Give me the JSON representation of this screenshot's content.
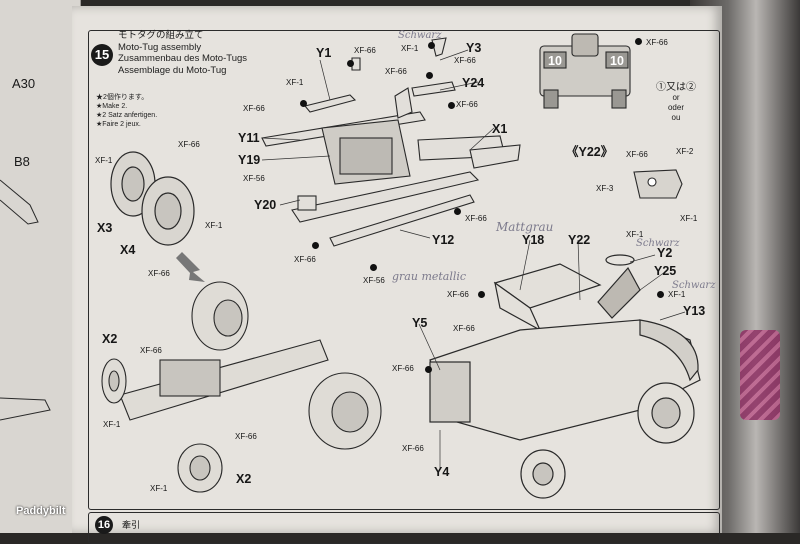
{
  "left_page": {
    "labels": [
      "A30",
      "B8"
    ]
  },
  "step": {
    "number": "15",
    "title_ja": "モトタグの組み立て",
    "title_en": "Moto-Tug assembly",
    "title_de": "Zusammenbau des Moto-Tugs",
    "title_fr": "Assemblage du Moto-Tug",
    "notes": [
      "★2個作ります。",
      "★Make 2.",
      "★2 Satz anfertigen.",
      "★Faire 2 jeux."
    ]
  },
  "parts": {
    "Y1": "Y1",
    "Y3": "Y3",
    "Y24": "Y24",
    "X1": "X1",
    "Y11": "Y11",
    "Y19": "Y19",
    "Y20": "Y20",
    "Y12": "Y12",
    "X3": "X3",
    "X4": "X4",
    "X2a": "X2",
    "X2b": "X2",
    "Y5": "Y5",
    "Y18": "Y18",
    "Y22": "Y22",
    "Y2": "Y2",
    "Y25": "Y25",
    "Y13": "Y13",
    "Y4": "Y4",
    "Y22_detail": "《Y22》",
    "ten_left": "10",
    "ten_right": "10"
  },
  "paints": {
    "XF66": "XF-66",
    "XF1": "XF-1",
    "XF56": "XF-56",
    "XF2": "XF-2",
    "XF3": "XF-3"
  },
  "handwritten": {
    "schwarz1": "Schwarz",
    "schwarz2": "Schwarz",
    "schwarz3": "Schwarz",
    "mattgrau": "Mattgrau",
    "graumetallic": "grau metallic"
  },
  "or_legend": {
    "circled": "①又は②",
    "en": "or",
    "de": "oder",
    "fr": "ou"
  },
  "next_step": {
    "number": "16",
    "title_ja": "牽引"
  },
  "watermark": "Paddybilt"
}
